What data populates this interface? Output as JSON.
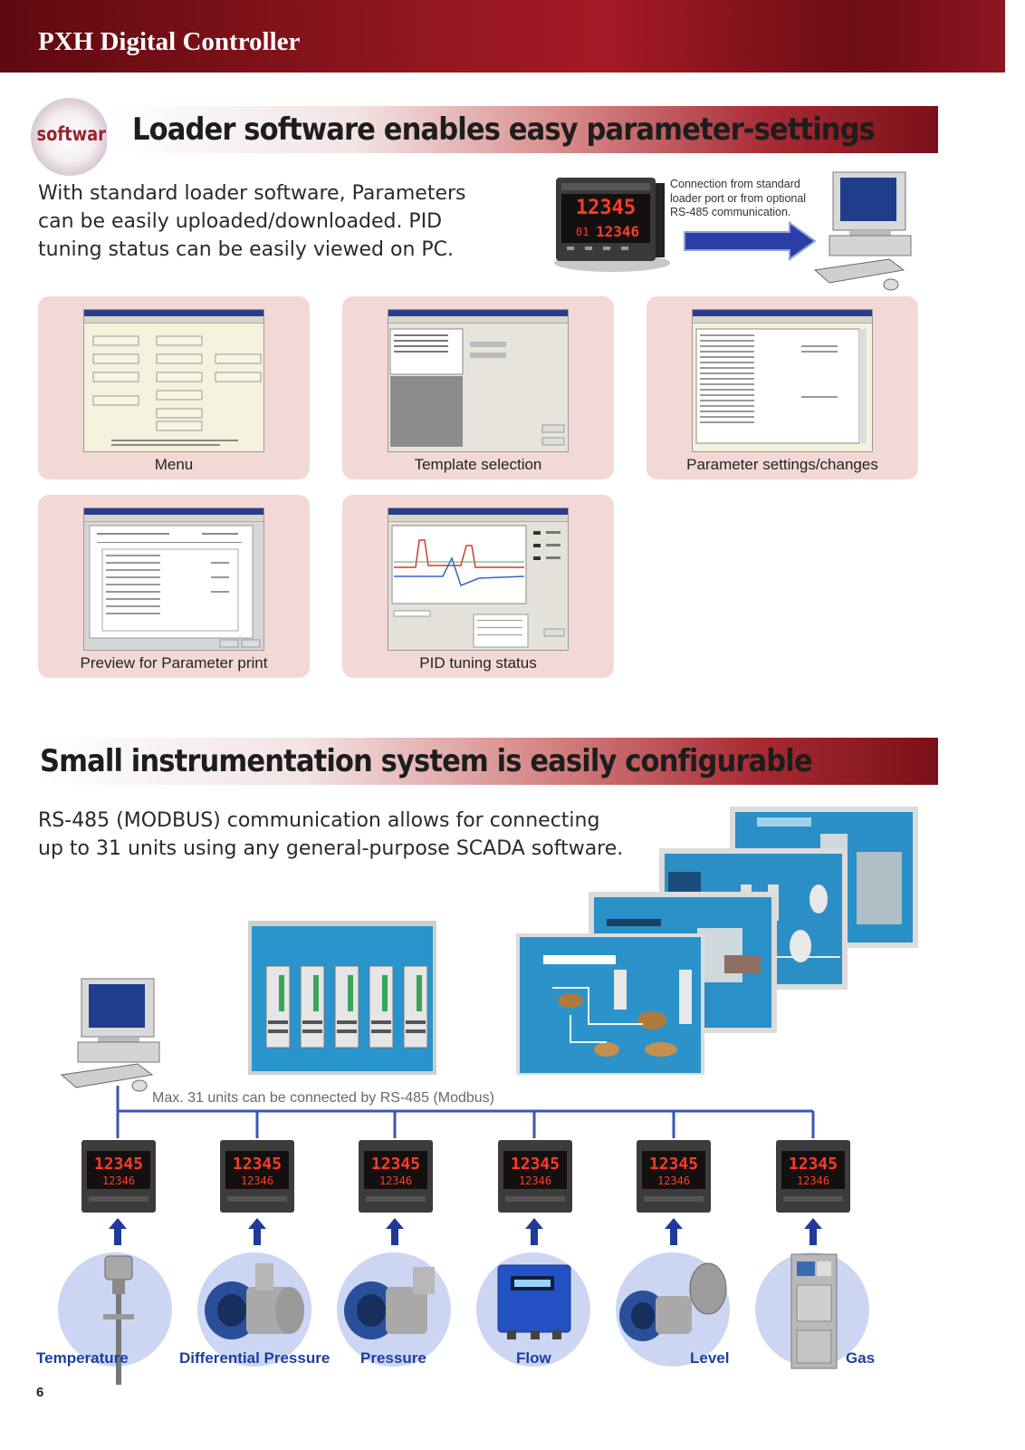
{
  "header": {
    "title": "PXH Digital Controller"
  },
  "section1": {
    "badge": "software",
    "heading": "Loader software enables easy parameter-settings",
    "intro_lines": [
      "With standard loader software, Parameters",
      "can be easily uploaded/downloaded. PID",
      "tuning status can be easily viewed on PC."
    ],
    "connection_lines": [
      "Connection from standard",
      "loader port or from optional",
      "RS-485 communication."
    ],
    "controller_display": {
      "pv": "12345",
      "sv": "12346",
      "sv_prefix": "01"
    },
    "panels": [
      {
        "caption": "Menu"
      },
      {
        "caption": "Template selection"
      },
      {
        "caption": "Parameter settings/changes"
      },
      {
        "caption": "Preview for Parameter print"
      },
      {
        "caption": "PID tuning status"
      }
    ]
  },
  "section2": {
    "heading": "Small instrumentation system is easily configurable",
    "intro_lines": [
      "RS-485 (MODBUS) communication allows for connecting",
      "up to 31 units using any general-purpose SCADA software."
    ],
    "bus_label": "Max. 31 units can be connected by RS-485 (Modbus)",
    "devices": [
      {
        "label": "Temperature"
      },
      {
        "label": "Differential Pressure"
      },
      {
        "label": "Pressure"
      },
      {
        "label": "Flow"
      },
      {
        "label": "Level"
      },
      {
        "label": "Gas"
      }
    ]
  },
  "footer": {
    "page_number": "6"
  },
  "colors": {
    "banner": "#8a141c",
    "bus": "#3a56b3",
    "caption_blue": "#1d3ea3",
    "panel_bg": "#f3d9d6"
  }
}
